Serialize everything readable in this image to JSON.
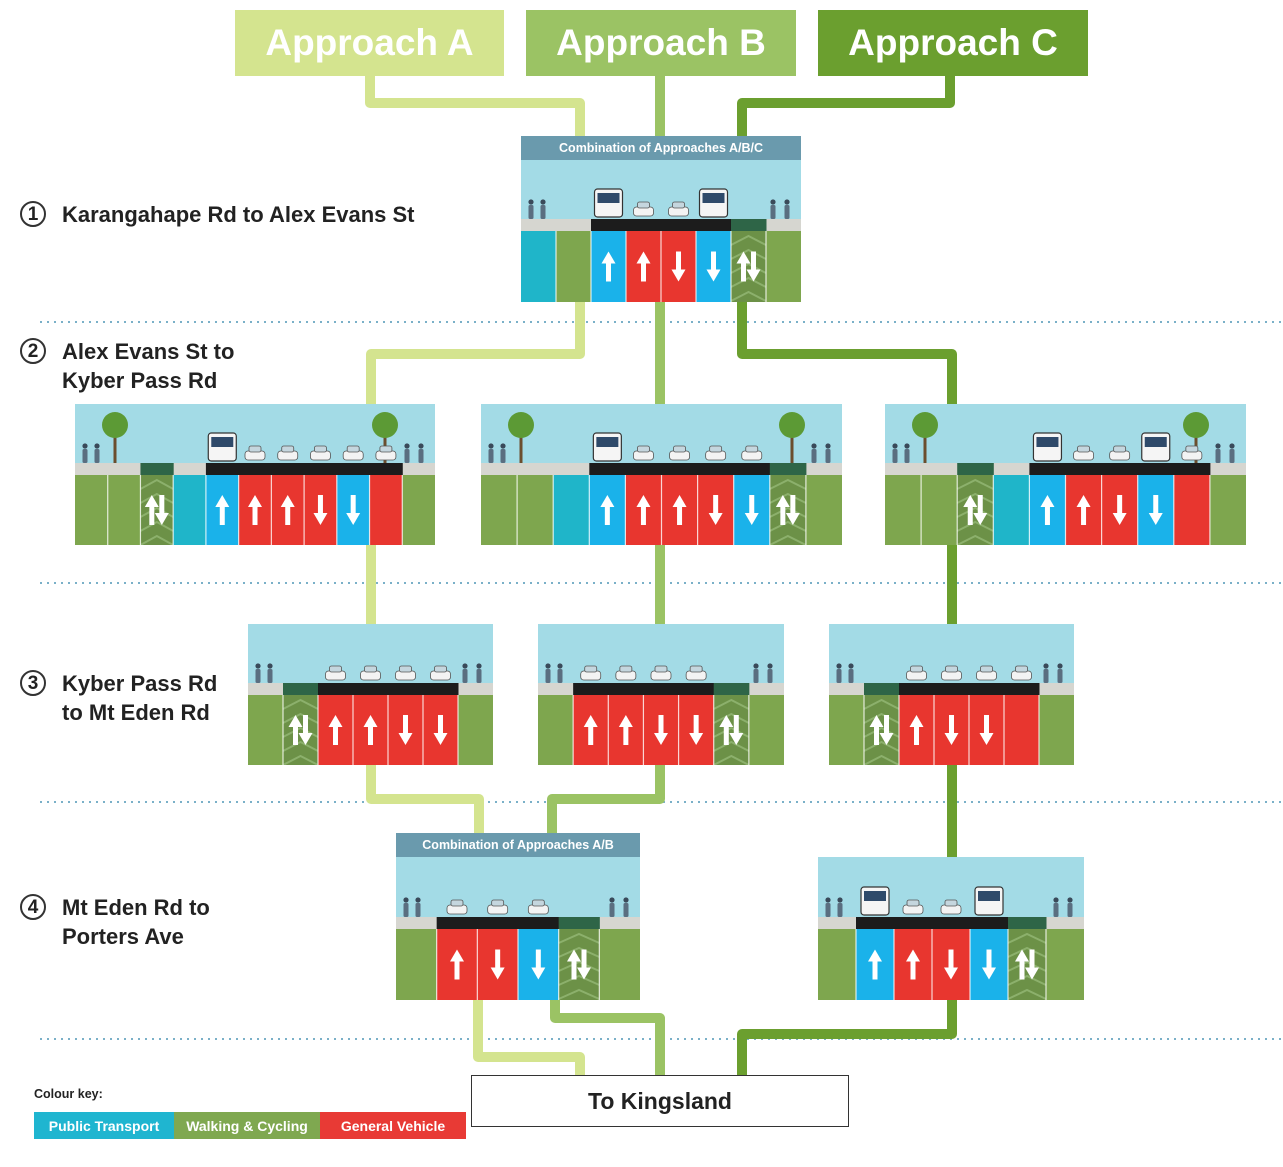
{
  "approaches": [
    {
      "label": "Approach A",
      "color": "#d4e48f"
    },
    {
      "label": "Approach B",
      "color": "#9bc364"
    },
    {
      "label": "Approach C",
      "color": "#6b9f2f"
    }
  ],
  "segments": [
    {
      "number": "1",
      "label": "Karangahape Rd to Alex Evans St"
    },
    {
      "number": "2",
      "label": "Alex Evans St to Kyber Pass Rd"
    },
    {
      "number": "3",
      "label": "Kyber Pass Rd to Mt Eden Rd"
    },
    {
      "number": "4",
      "label": "Mt Eden Rd to Porters Ave"
    }
  ],
  "combination_labels": {
    "abc": "Combination of Approaches A/B/C",
    "ab": "Combination of Approaches A/B"
  },
  "destination": "To Kingsland",
  "colour_key": {
    "title": "Colour key:",
    "items": [
      {
        "label": "Public Transport",
        "color": "#1fb5d0"
      },
      {
        "label": "Walking & Cycling",
        "color": "#7fa850"
      },
      {
        "label": "General Vehicle",
        "color": "#e83a35"
      }
    ]
  },
  "lane_colors": {
    "pt": "#1ab2ea",
    "gv": "#e8362f",
    "cyc": "#6c9147",
    "side": "#7ea64e",
    "pt_dark": "#1fb5c9",
    "sky": "#a3dbe6",
    "pave": "#d6d6d0",
    "road": "#1c1c1c",
    "cyc_top": "#2e6547"
  },
  "cross_sections": [
    {
      "id": "s1",
      "lanes": [
        "pt_dark",
        "side",
        "pt:up",
        "gv:up",
        "gv:down",
        "pt:down",
        "cyc:both",
        "side"
      ]
    },
    {
      "id": "s2a",
      "lanes": [
        "side",
        "side",
        "cyc:both",
        "pt_dark",
        "pt:up",
        "gv:up",
        "gv:up",
        "gv:down",
        "pt:down",
        "gv",
        "side"
      ]
    },
    {
      "id": "s2b",
      "lanes": [
        "side",
        "side",
        "pt_dark",
        "pt:up",
        "gv:up",
        "gv:up",
        "gv:down",
        "pt:down",
        "cyc:both",
        "side"
      ]
    },
    {
      "id": "s2c",
      "lanes": [
        "side",
        "side",
        "cyc:both",
        "pt_dark",
        "pt:up",
        "gv:up",
        "gv:down",
        "pt:down",
        "gv",
        "side"
      ]
    },
    {
      "id": "s3a",
      "lanes": [
        "side",
        "cyc:both",
        "gv:up",
        "gv:up",
        "gv:down",
        "gv:down",
        "side"
      ]
    },
    {
      "id": "s3b",
      "lanes": [
        "side",
        "gv:up",
        "gv:up",
        "gv:down",
        "gv:down",
        "cyc:both",
        "side"
      ]
    },
    {
      "id": "s3c",
      "lanes": [
        "side",
        "cyc:both",
        "gv:up",
        "gv:down",
        "gv:down",
        "gv",
        "side"
      ]
    },
    {
      "id": "s4a",
      "lanes": [
        "side",
        "gv:up",
        "gv:down",
        "pt:down",
        "cyc:both",
        "side"
      ]
    },
    {
      "id": "s4c",
      "lanes": [
        "side",
        "pt:up",
        "gv:up",
        "gv:down",
        "pt:down",
        "cyc:both",
        "side"
      ]
    }
  ]
}
